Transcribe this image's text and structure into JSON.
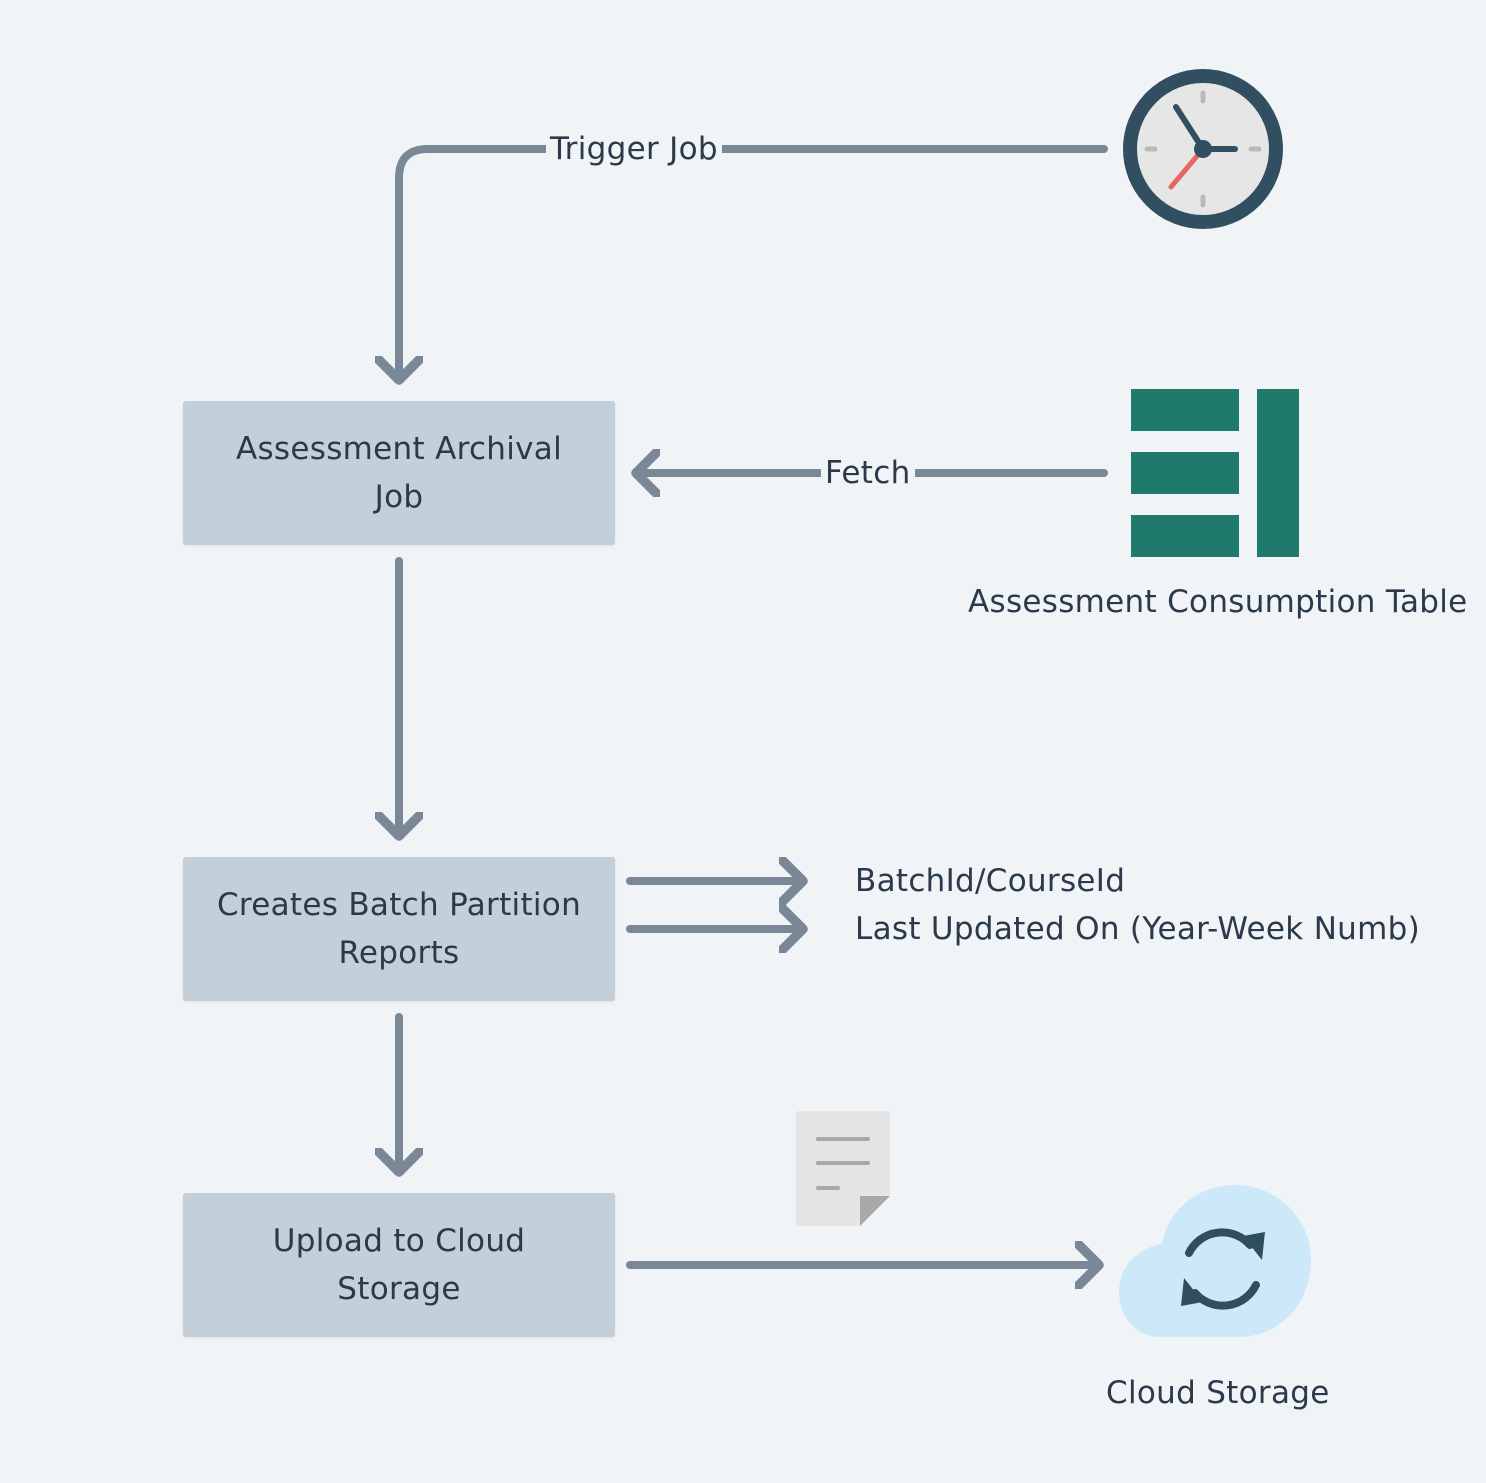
{
  "nodes": {
    "archival_job": "Assessment Archival Job",
    "partition_reports": "Creates Batch Partition Reports",
    "upload": "Upload to Cloud Storage"
  },
  "edges": {
    "trigger": "Trigger Job",
    "fetch": "Fetch"
  },
  "sources": {
    "table": "Assessment Consumption Table",
    "cloud": "Cloud Storage"
  },
  "partitions": {
    "batch": "BatchId/CourseId",
    "updated": "Last Updated On (Year-Week Numb)"
  },
  "icons": {
    "clock": "clock-icon",
    "table": "table-icon",
    "document": "document-icon",
    "cloud_sync": "cloud-sync-icon"
  },
  "colors": {
    "background": "#f0f4f7",
    "box": "#c3cfd9",
    "connector": "#798797",
    "text": "#2b3a4a",
    "table": "#207a6b",
    "clock_face": "#314f60",
    "clock_second_hand": "#e8675d",
    "cloud": "#cde8f8"
  }
}
